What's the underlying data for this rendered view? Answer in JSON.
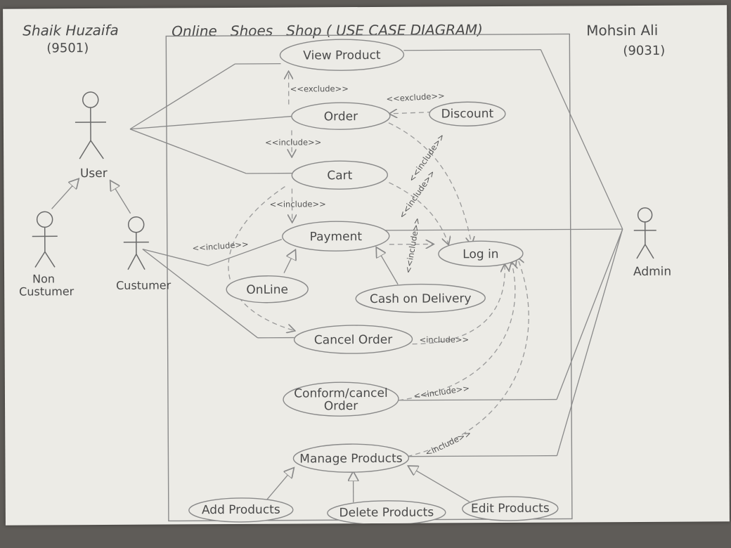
{
  "header": {
    "author_left_name": "Shaik Huzaifa",
    "author_left_id": "(9501)",
    "title": "Online   Shoes   Shop ( USE CASE DIAGRAM)",
    "author_right_name": "Mohsin Ali",
    "author_right_id": "(9031)"
  },
  "actors": {
    "user": "User",
    "non_customer_line1": "Non",
    "non_customer_line2": "Custumer",
    "customer": "Custumer",
    "admin": "Admin"
  },
  "use_cases": {
    "view_product": "View Product",
    "order": "Order",
    "discount": "Discount",
    "cart": "Cart",
    "payment": "Payment",
    "login": "Log in",
    "online": "OnLine",
    "cash_on_delivery": "Cash on Delivery",
    "cancel_order": "Cancel Order",
    "confirm_cancel_line1": "Conform/cancel",
    "confirm_cancel_line2": "Order",
    "manage_products": "Manage Products",
    "add_products": "Add Products",
    "delete_products": "Delete Products",
    "edit_products": "Edit Products"
  },
  "stereotypes": {
    "exclude_view_order": "<<exclude>>",
    "exclude_discount": "<<exclude>>",
    "include_order_cart": "<<include>>",
    "include_order_login": "<<include>>",
    "include_cart_payment": "<<include>>",
    "include_cart_login": "<<include>>",
    "include_customer_cancel": "<<include>>",
    "include_payment_login": "<<include>>",
    "include_cancel_login": "<include>>",
    "include_confirm_login": "<<include>>",
    "include_manage_login": "<include>>"
  }
}
